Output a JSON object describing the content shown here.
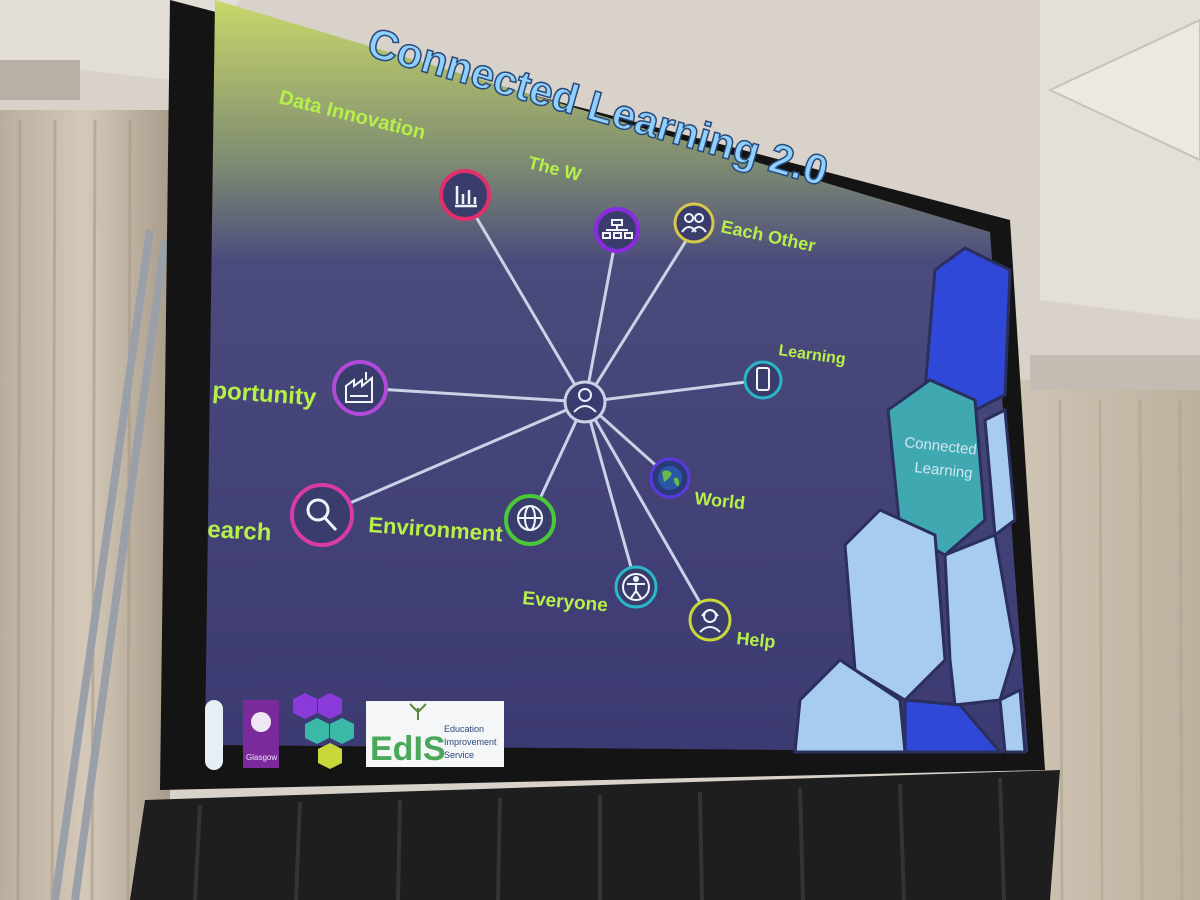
{
  "slide": {
    "title": "Connected Learning 2.0",
    "hex_label_line1": "Connected",
    "hex_label_line2": "Learning"
  },
  "nodes": [
    {
      "label": "Data Innovation",
      "icon": "bar-chart-icon",
      "ring": "#e0306a"
    },
    {
      "label": "The W",
      "icon": "sitemap-icon",
      "ring": "#8a2be2"
    },
    {
      "label": "Each Other",
      "icon": "people-icon",
      "ring": "#d8c84a"
    },
    {
      "label": "Learning",
      "icon": "phone-icon",
      "ring": "#29b6c8"
    },
    {
      "label": "portunity",
      "icon": "factory-icon",
      "ring": "#b04ad8"
    },
    {
      "label": "World",
      "icon": "globe-icon",
      "ring": "#5a3ae0"
    },
    {
      "label": "earch",
      "icon": "magnifier-icon",
      "ring": "#d83aa8"
    },
    {
      "label": "Environment",
      "icon": "globe-grid-icon",
      "ring": "#4ac83a"
    },
    {
      "label": "Everyone",
      "icon": "accessibility-icon",
      "ring": "#2ab8c8"
    },
    {
      "label": "Help",
      "icon": "headset-icon",
      "ring": "#c8d83a"
    }
  ],
  "center_icon": "person-icon",
  "logos": {
    "glasgow_text": "Glasgow",
    "edis_text": "EdIS",
    "edis_line1": "Education",
    "edis_line2": "Improvement",
    "edis_line3": "Service"
  },
  "colors": {
    "label_green": "#b6f04a",
    "slide_bg": "#403f78",
    "title_blue": "#8fd0ff",
    "hex_dark": "#2f48d8",
    "hex_light": "#a8ccf0",
    "hex_teal": "#3fa8b0"
  }
}
